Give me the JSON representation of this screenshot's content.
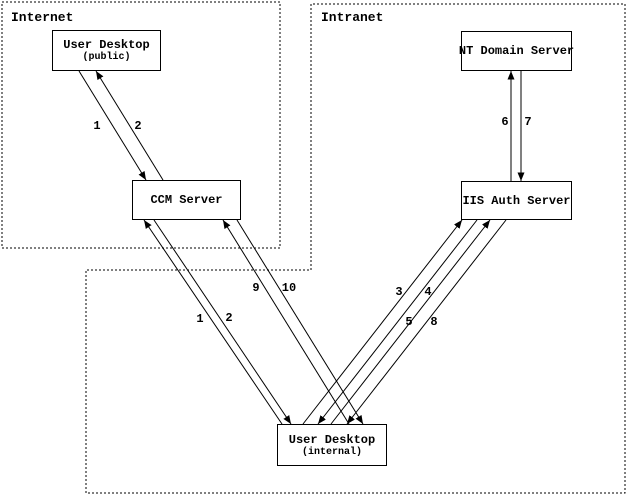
{
  "zones": {
    "internet": {
      "label": "Internet"
    },
    "intranet": {
      "label": "Intranet"
    }
  },
  "nodes": {
    "user_desktop_public": {
      "title": "User Desktop",
      "subtitle": "(public)"
    },
    "nt_domain_server": {
      "title": "NT Domain Server"
    },
    "ccm_server": {
      "title": "CCM Server"
    },
    "iis_auth_server": {
      "title": "IIS Auth Server"
    },
    "user_desktop_internal": {
      "title": "User Desktop",
      "subtitle": "(internal)"
    }
  },
  "edges": [
    {
      "label": "1",
      "from": "user_desktop_public",
      "to": "ccm_server"
    },
    {
      "label": "2",
      "from": "ccm_server",
      "to": "user_desktop_public"
    },
    {
      "label": "1",
      "from": "user_desktop_internal",
      "to": "ccm_server"
    },
    {
      "label": "2",
      "from": "ccm_server",
      "to": "user_desktop_internal"
    },
    {
      "label": "9",
      "from": "user_desktop_internal",
      "to": "ccm_server"
    },
    {
      "label": "10",
      "from": "ccm_server",
      "to": "user_desktop_internal"
    },
    {
      "label": "3",
      "from": "user_desktop_internal",
      "to": "iis_auth_server"
    },
    {
      "label": "4",
      "from": "iis_auth_server",
      "to": "user_desktop_internal"
    },
    {
      "label": "5",
      "from": "user_desktop_internal",
      "to": "iis_auth_server"
    },
    {
      "label": "8",
      "from": "iis_auth_server",
      "to": "user_desktop_internal"
    },
    {
      "label": "6",
      "from": "iis_auth_server",
      "to": "nt_domain_server"
    },
    {
      "label": "7",
      "from": "nt_domain_server",
      "to": "iis_auth_server"
    }
  ],
  "colors": {
    "line": "#000000",
    "background": "#ffffff",
    "text": "#000000"
  }
}
